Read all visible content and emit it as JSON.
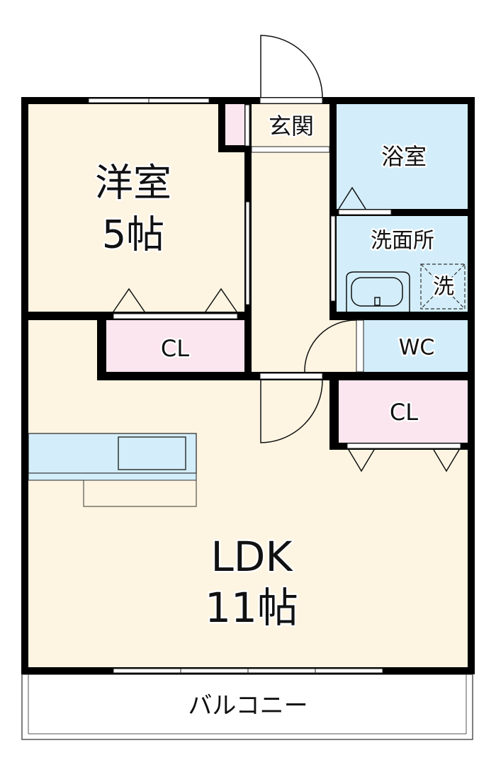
{
  "colors": {
    "room": "#fdf5e2",
    "wet": "#d3eefa",
    "closet": "#fbe5ee",
    "wall": "#000000",
    "balcony": "#ffffff"
  },
  "rooms": {
    "western_room": {
      "name": "洋室",
      "size": "5帖"
    },
    "ldk": {
      "name": "LDK",
      "size": "11帖"
    },
    "entrance": {
      "name": "玄関"
    },
    "bathroom": {
      "name": "浴室"
    },
    "washroom": {
      "name": "洗面所"
    },
    "washer": {
      "name": "洗"
    },
    "wc": {
      "name": "WC"
    },
    "closet_left": {
      "name": "CL"
    },
    "closet_right": {
      "name": "CL"
    },
    "balcony": {
      "name": "バルコニー"
    }
  }
}
